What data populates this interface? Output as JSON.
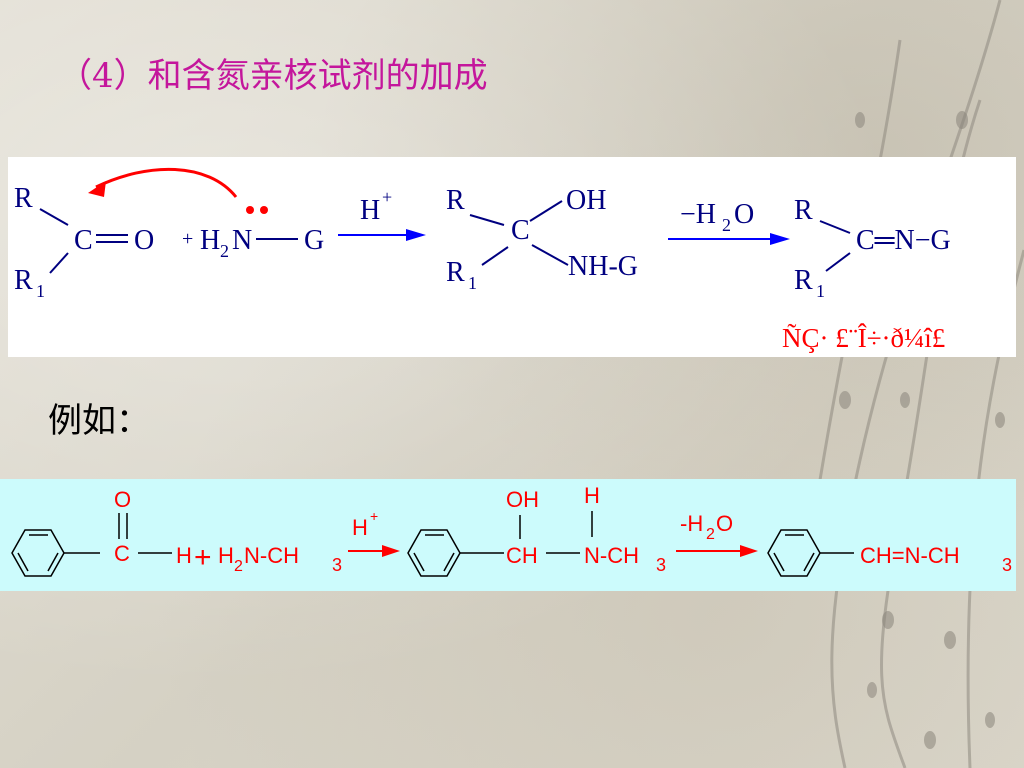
{
  "slide": {
    "title": "（4）和含氮亲核试剂的加成",
    "example_heading": "例如："
  },
  "colors": {
    "title": "#c4169c",
    "general_text": "#000080",
    "arrow": "#0000ff",
    "electron_arrow": "#ff0000",
    "garbled_label": "#ff0000",
    "example_text": "#ff0000",
    "example_bg": "#ccfbfc"
  },
  "general_reaction": {
    "reactant": {
      "r_top": "R",
      "r_bottom": "R",
      "r_bottom_sub": "1",
      "carbon": "C",
      "oxygen": "O"
    },
    "nucleophile": {
      "plus": "+",
      "h": "H",
      "h_sub": "2",
      "n": "N",
      "g": "G"
    },
    "step1_condition": {
      "text": "H",
      "sup": "+"
    },
    "intermediate": {
      "r_top": "R",
      "r_bottom": "R",
      "r_bottom_sub": "1",
      "carbon": "C",
      "oh": "OH",
      "nhg": "NH-G"
    },
    "step2_condition": {
      "text": "−H",
      "sub": "2",
      "o": "O"
    },
    "product": {
      "r_top": "R",
      "r_bottom": "R",
      "r_bottom_sub": "1",
      "chain": "C═N−G"
    },
    "garbled_label": "ÑÇ· £¨Î÷·ð¼î£"
  },
  "example_reaction": {
    "aldehyde": {
      "o": "O",
      "c": "C",
      "h": "H"
    },
    "plus": "+",
    "amine": {
      "h": "H",
      "h_sub": "2",
      "rest": "N-CH",
      "sub3": "3"
    },
    "step1_condition": {
      "text": "H",
      "sup": "+"
    },
    "intermediate": {
      "oh": "OH",
      "h": "H",
      "ch": "CH",
      "nch": "N-CH",
      "sub3": "3"
    },
    "step2_condition": {
      "text": "-H",
      "sub": "2",
      "o": "O"
    },
    "product": {
      "chain": "CH=N-CH",
      "sub3": "3"
    }
  }
}
